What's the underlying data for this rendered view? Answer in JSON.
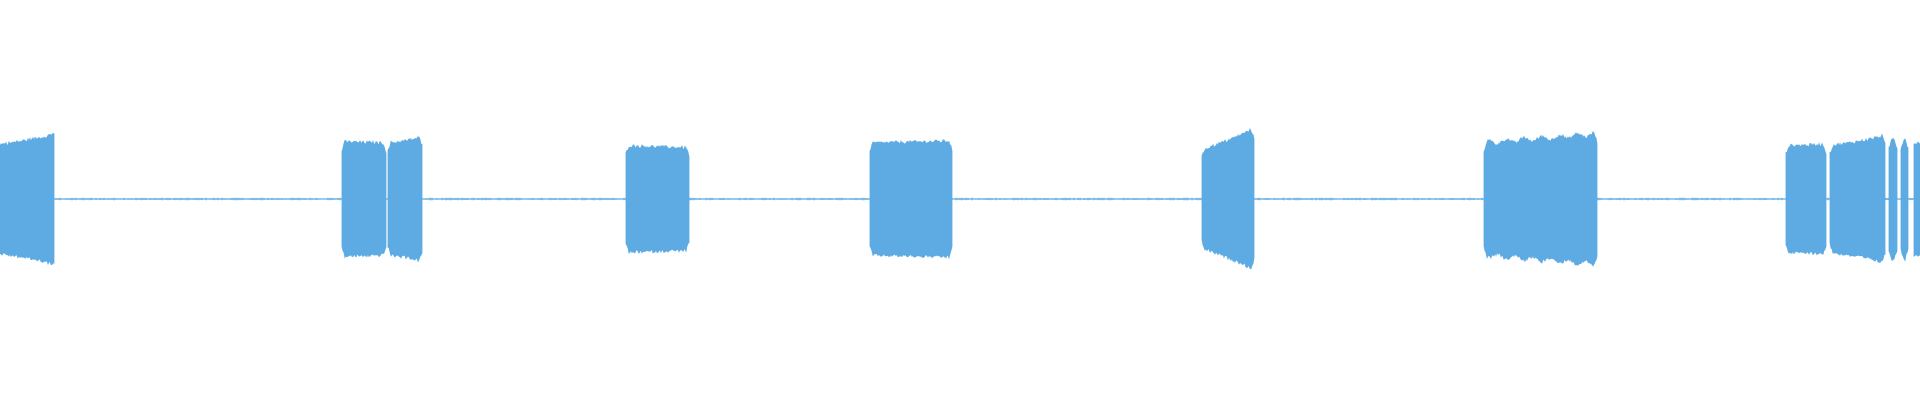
{
  "waveform": {
    "color": "#5dabe2",
    "background": "#ffffff",
    "amplitude_range": [
      -1,
      1
    ],
    "duration": 1.0,
    "baseline_noise": 0.012,
    "segments": [
      {
        "start": 0.0,
        "end": 0.028,
        "amp_start": 0.8,
        "amp_end": 0.92,
        "profile": "rise"
      },
      {
        "start": 0.178,
        "end": 0.201,
        "amp_start": 0.84,
        "amp_end": 0.82,
        "profile": "flat"
      },
      {
        "start": 0.202,
        "end": 0.22,
        "amp_start": 0.82,
        "amp_end": 0.88,
        "profile": "rise"
      },
      {
        "start": 0.326,
        "end": 0.359,
        "amp_start": 0.78,
        "amp_end": 0.75,
        "profile": "flat"
      },
      {
        "start": 0.453,
        "end": 0.496,
        "amp_start": 0.82,
        "amp_end": 0.85,
        "profile": "flat"
      },
      {
        "start": 0.626,
        "end": 0.653,
        "amp_start": 0.72,
        "amp_end": 1.0,
        "profile": "rise"
      },
      {
        "start": 0.773,
        "end": 0.832,
        "amp_start": 0.82,
        "amp_end": 0.95,
        "profile": "bumpy"
      },
      {
        "start": 0.93,
        "end": 0.951,
        "amp_start": 0.78,
        "amp_end": 0.8,
        "profile": "flat"
      },
      {
        "start": 0.953,
        "end": 0.982,
        "amp_start": 0.78,
        "amp_end": 0.9,
        "profile": "rise"
      },
      {
        "start": 0.984,
        "end": 0.988,
        "amp_start": 0.88,
        "amp_end": 0.88,
        "profile": "flat"
      },
      {
        "start": 0.99,
        "end": 0.994,
        "amp_start": 0.88,
        "amp_end": 0.88,
        "profile": "flat"
      },
      {
        "start": 0.997,
        "end": 1.0,
        "amp_start": 0.82,
        "amp_end": 0.82,
        "profile": "flat"
      }
    ]
  }
}
